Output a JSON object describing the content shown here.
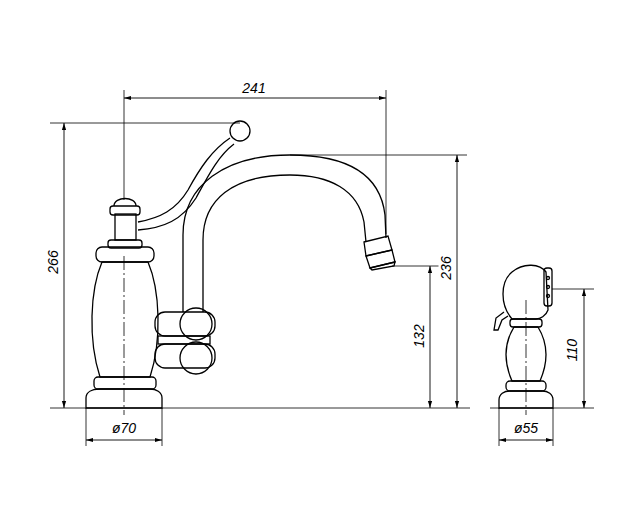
{
  "diagram": {
    "labels": [
      "241",
      "266",
      "236",
      "132",
      "110",
      "ø70",
      "ø55"
    ]
  }
}
